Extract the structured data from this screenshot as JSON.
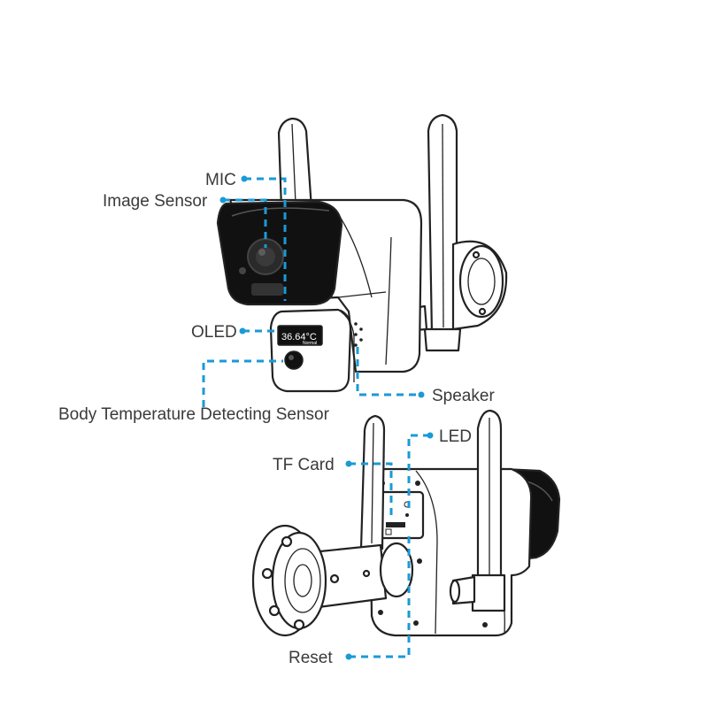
{
  "labels": {
    "mic": "MIC",
    "image_sensor": "Image Sensor",
    "oled": "OLED",
    "speaker": "Speaker",
    "body_temp_sensor": "Body Temperature Detecting Sensor",
    "led": "LED",
    "tf_card": "TF Card",
    "reset": "Reset"
  },
  "oled_display": {
    "temperature": "36.64°C",
    "status": "Normal"
  },
  "colors": {
    "leader_line": "#1a9ad6",
    "outline": "#222222",
    "lens_face": "#111111",
    "text": "#3a3a3a"
  }
}
